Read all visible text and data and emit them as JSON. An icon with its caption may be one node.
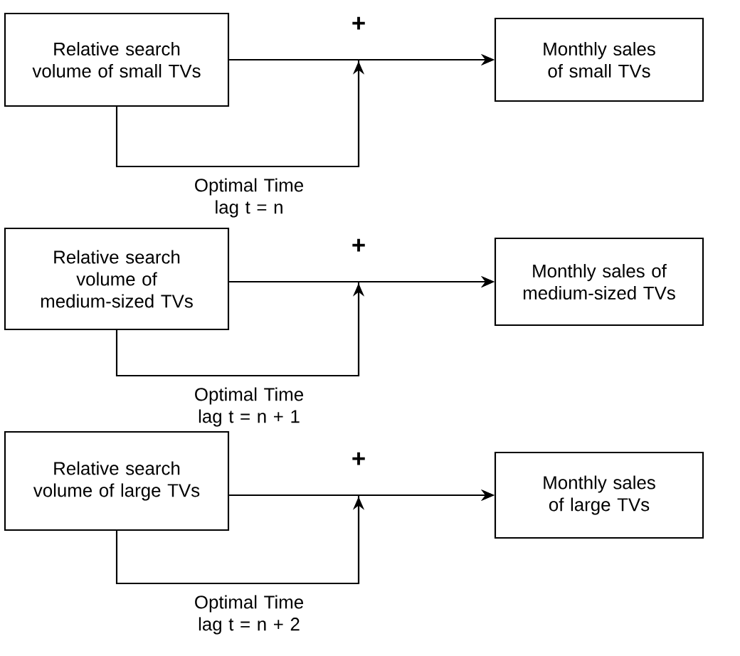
{
  "diagram": {
    "nodes": [
      {
        "text": [
          "Relative search volume of small TVs"
        ]
      },
      {
        "text": [
          "Monthly sales of small TVs"
        ]
      },
      {
        "text": [
          "Relative search volume of medium-sized TVs"
        ]
      },
      {
        "text": [
          "Monthly sales of medium-sized TVs"
        ]
      },
      {
        "text": [
          "Relative search volume of large TVs"
        ]
      },
      {
        "text": [
          "Monthly sales of large TVs"
        ]
      }
    ],
    "edges": [
      {
        "from": 0,
        "to": 1,
        "arrow": "to"
      },
      {
        "from": 0,
        "to": 1,
        "arrow": "to",
        "label": "Optimal Time lag t = n"
      },
      {
        "from": 2,
        "to": 3,
        "arrow": "to"
      },
      {
        "from": 2,
        "to": 3,
        "arrow": "to",
        "label": "Optimal Time lag t = n + 1"
      },
      {
        "from": 4,
        "to": 5,
        "arrow": "to"
      },
      {
        "from": 4,
        "to": 5,
        "arrow": "to",
        "label": "Optimal Time lag t = n + 2"
      }
    ],
    "labels": [
      "+",
      "+",
      "+"
    ]
  }
}
